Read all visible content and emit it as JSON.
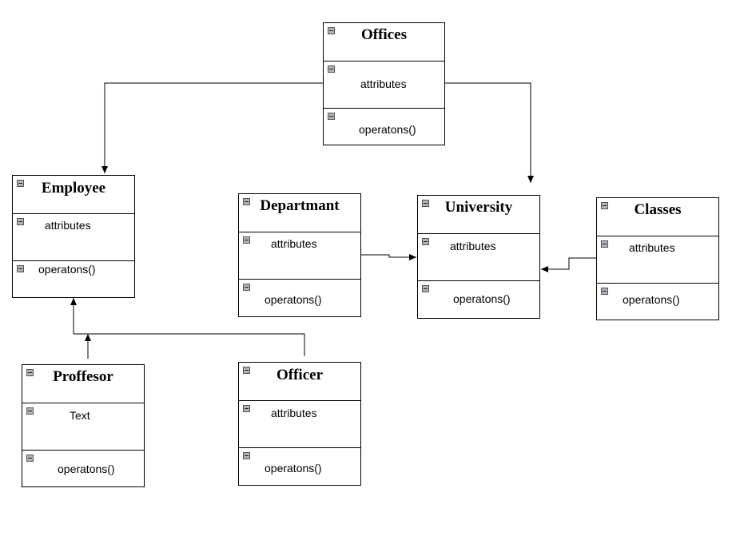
{
  "classes": {
    "offices": {
      "name": "Offices",
      "attributes": "attributes",
      "operations": "operatons()"
    },
    "employee": {
      "name": "Employee",
      "attributes": "attributes",
      "operations": "operatons()"
    },
    "department": {
      "name": "Departmant",
      "attributes": "attributes",
      "operations": "operatons()"
    },
    "university": {
      "name": "University",
      "attributes": "attributes",
      "operations": "operatons()"
    },
    "classes": {
      "name": "Classes",
      "attributes": "attributes",
      "operations": "operatons()"
    },
    "professor": {
      "name": "Proffesor",
      "attributes": "Text",
      "operations": "operatons()"
    },
    "officer": {
      "name": "Officer",
      "attributes": "attributes",
      "operations": "operatons()"
    }
  },
  "connections": [
    {
      "from": "offices",
      "to": "employee"
    },
    {
      "from": "offices",
      "to": "university"
    },
    {
      "from": "department",
      "to": "university"
    },
    {
      "from": "classes",
      "to": "university"
    },
    {
      "from": "professor",
      "to": "employee"
    },
    {
      "from": "officer",
      "to": "employee"
    }
  ],
  "colors": {
    "line": "#000000",
    "box_border": "#000000",
    "collapse_icon": "#aeb4bc"
  }
}
